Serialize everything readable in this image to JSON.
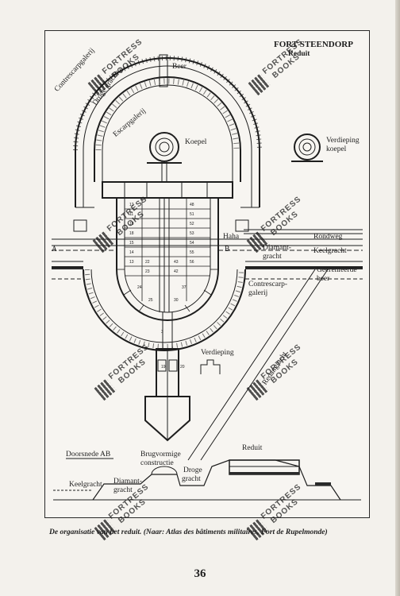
{
  "figure": {
    "title": "FORT STEENDORP",
    "subtitle": "Reduit",
    "labels": {
      "beer": "Beer",
      "contrescarpgalerij_top": "Contrescarpgalerij",
      "droge_gracht_top": "Droge gracht",
      "escarpgalerij": "Escarpgalerij",
      "koepel": "Koepel",
      "verdieping_koepel_1": "Verdieping",
      "verdieping_koepel_2": "koepel",
      "haha": "Haha",
      "rondweg": "Rondweg",
      "diamantgracht_1": "Diamant-",
      "diamantgracht_2": "gracht",
      "keelgracht": "Keelgracht",
      "geerenleerde_beer_1": "Geerenleerde",
      "geerenleerde_beer_2": "beer",
      "contrescarp_galerij_1": "Contrescarp-",
      "contrescarp_galerij_2": "galerij",
      "verdieping": "Verdieping",
      "redangracht": "Redangracht",
      "section_a": "A",
      "section_b": "B",
      "doorsnede": "Doorsnede AB",
      "brugvormige_1": "Brugvormige",
      "brugvormige_2": "constructie",
      "reduit_section": "Reduit",
      "droge_gracht_1": "Droge",
      "droge_gracht_2": "gracht",
      "keelgracht_section": "Keelgracht",
      "diamantgracht_section_1": "Diamant-",
      "diamantgracht_section_2": "gracht"
    }
  },
  "watermark": {
    "line1": "FORTRESS",
    "line2": "BOOKS"
  },
  "caption": "De organisatie van het reduit. (Naar: Atlas des bâtiments militaires, Fort de Rupelmonde)",
  "page_number": "36"
}
